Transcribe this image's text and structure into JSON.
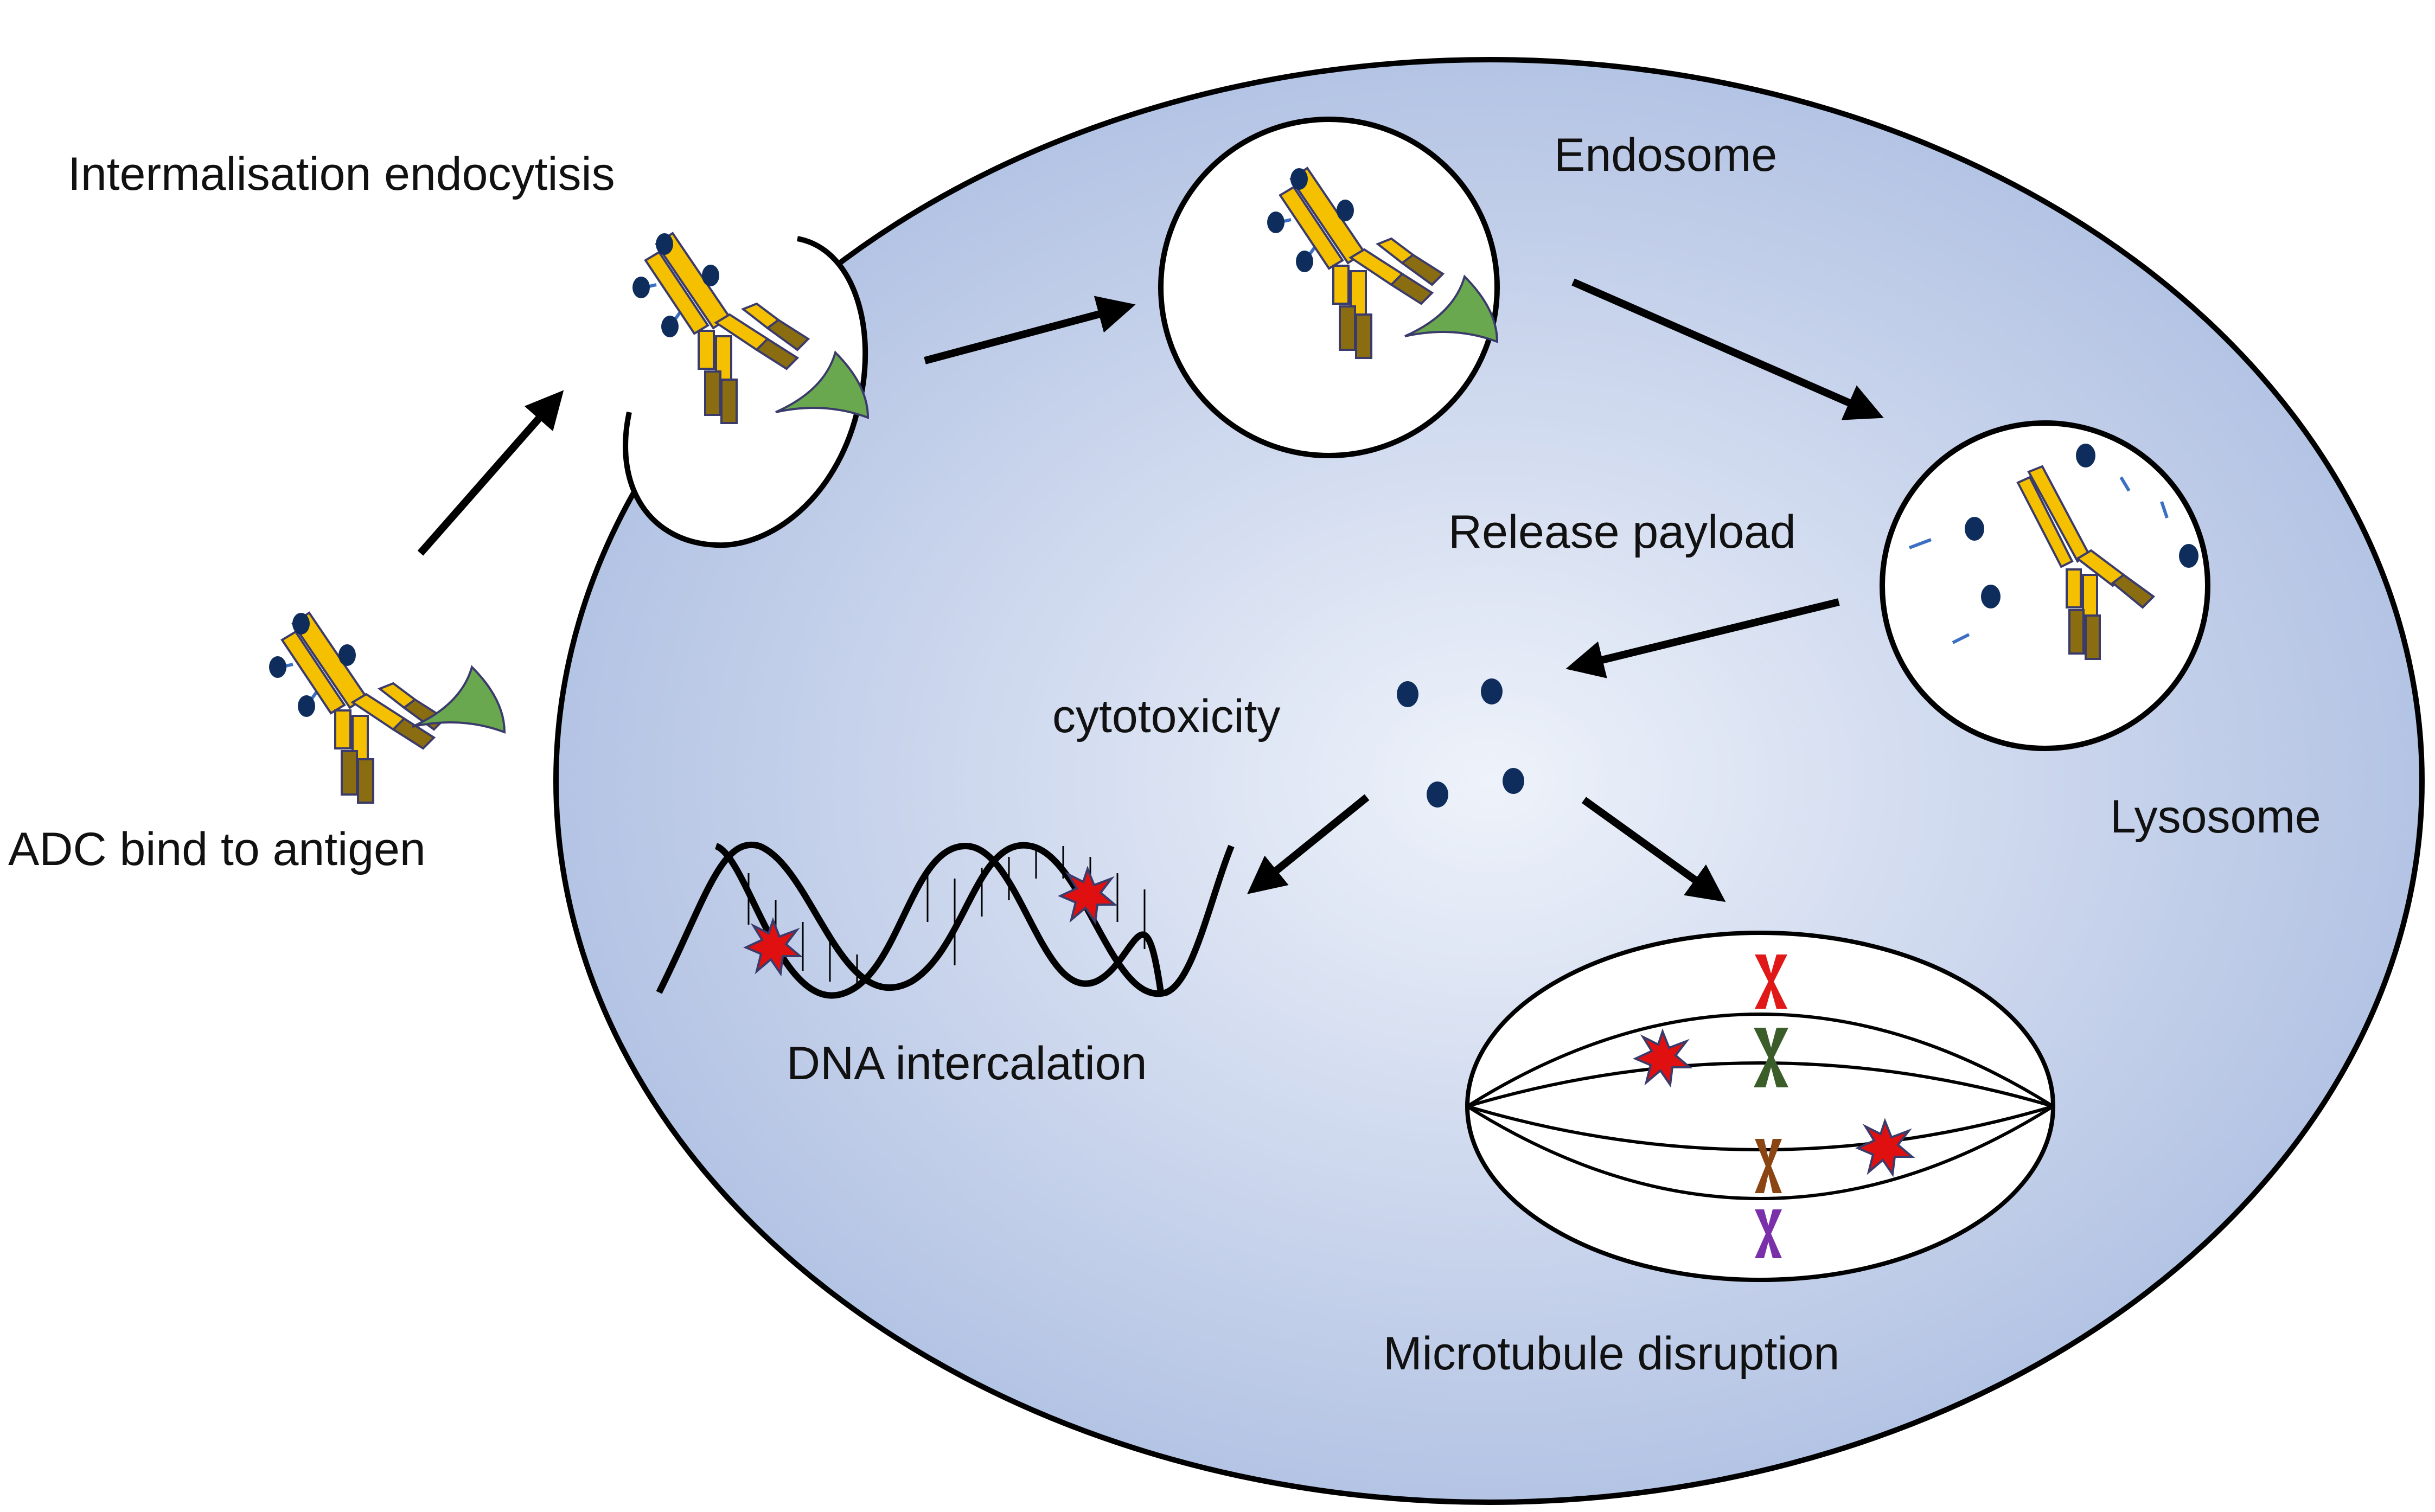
{
  "labels": {
    "internalisation": "Intermalisation endocytisis",
    "endosome": "Endosome",
    "release_payload": "Release payload",
    "cytotoxicity": "cytotoxicity",
    "adc_bind": "ADC bind to antigen",
    "lysosome": "Lysosome",
    "dna_intercalation": "DNA intercalation",
    "microtubule_disruption": "Microtubule disruption"
  },
  "colors": {
    "cell_fill_center": "#eef2fa",
    "cell_fill_edge": "#aebfe2",
    "outline": "#000000",
    "antibody_heavy": "#f5c000",
    "antibody_light": "#f5c000",
    "antibody_fc": "#8a6d10",
    "antigen": "#6aa84f",
    "payload": "#0f2d5c",
    "linker": "#3b6fc4",
    "damage_star": "#e01010",
    "chromosome_red": "#e01818",
    "chromosome_green": "#3b5d2a",
    "chromosome_brown": "#8b4513",
    "chromosome_purple": "#7a30a8"
  }
}
